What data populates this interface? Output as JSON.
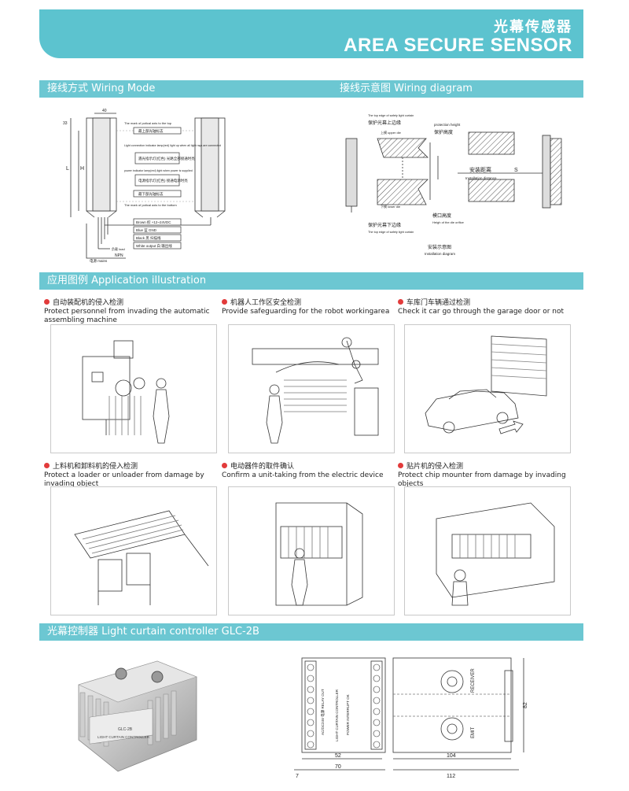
{
  "header": {
    "title_cn": "光幕传感器",
    "title_en": "AREA SECURE SENSOR"
  },
  "wiring": {
    "left_title": "接线方式 Wiring Mode",
    "right_title": "接线示意图 Wiring diagram",
    "mode": {
      "dim_33": "33",
      "dim_40": "40",
      "dim_l": "L",
      "dim_h": "H",
      "top_axis_en": "The mark of potical axis to the top",
      "top_axis_cn": "最上部光轴标志",
      "light_ind_en": "Light connection indicator lamp(red) light up when all light rays are connected",
      "light_ind_cn": "遇光指示灯(红色) 光路全部接通时亮",
      "power_ind_en": "power indicator lamp(red) light when power is supplied",
      "power_ind_cn": "电源指示灯(红色) 接通电源时亮",
      "bottom_axis_cn": "最下部光轴标志",
      "bottom_axis_en": "The mark of potical axis to the bottom",
      "brown": "Brown 棕 +12~24VDC",
      "blue": "Blue 蓝 GND",
      "black": "Black 黑 扫描线",
      "white": "White output 白 输出线",
      "load": "负载 load",
      "npn": "NPN",
      "mains": "电源 mains"
    },
    "diagram": {
      "top_edge_en": "The top edge of safety light curtain",
      "top_edge_cn": "保护光幕上边缘",
      "upper_die": "上模 upper die",
      "protect_height_en": "protection height",
      "protect_height_cn": "保护高度",
      "install_dist_cn": "安装距离",
      "install_dist_en": "Installation distance",
      "s_label": "S",
      "lower_die": "下模 lower die",
      "die_height_cn": "模口高度",
      "die_height_en": "Heigh of the die orifice",
      "bottom_edge_cn": "保护光幕下边缘",
      "bottom_edge_en": "The top edge of safety light curtain",
      "install_diag_cn": "安装示意图",
      "install_diag_en": "Installation diagram"
    }
  },
  "application": {
    "title": "应用图例 Application illustration",
    "items": [
      {
        "cn": "自动装配机的侵入检测",
        "en": "Protect personnel from invading the automatic assembling machine"
      },
      {
        "cn": "机器人工作区安全检测",
        "en": "Provide safeguarding for the robot workingarea"
      },
      {
        "cn": "车库门车辆通过检测",
        "en": "Check it car go through the garage door or not"
      },
      {
        "cn": "上料机和卸料机的侵入检测",
        "en": "Protect a loader or unloader from damage by invading object"
      },
      {
        "cn": "电动器件的取件确认",
        "en": "Confirm a unit-taking from the electric device"
      },
      {
        "cn": "贴片机的侵入检测",
        "en": "Protect chip mounter from damage by invading objects"
      }
    ]
  },
  "controller": {
    "title": "光幕控制器 Light curtain controller GLC-2B",
    "model_label": "GLC-2B",
    "device_label": "LIGHT CURTAIN CONTROLLER",
    "drawing": {
      "dim_52": "52",
      "dim_70": "70",
      "dim_7": "7",
      "dim_104": "104",
      "dim_112": "112",
      "dim_82": "82",
      "receiver": "RECEIVER",
      "emit": "EMIT",
      "label_left1": "AC/DC24V 电源 RELAY OUT",
      "label_left2": "LIGHT CURTAIN CONTROLLER",
      "label_left3": "POWER INTERRUPT OK"
    }
  },
  "colors": {
    "accent": "#5cc3cf",
    "section_bar": "#6cc7d2",
    "bullet": "#e23b3b"
  }
}
